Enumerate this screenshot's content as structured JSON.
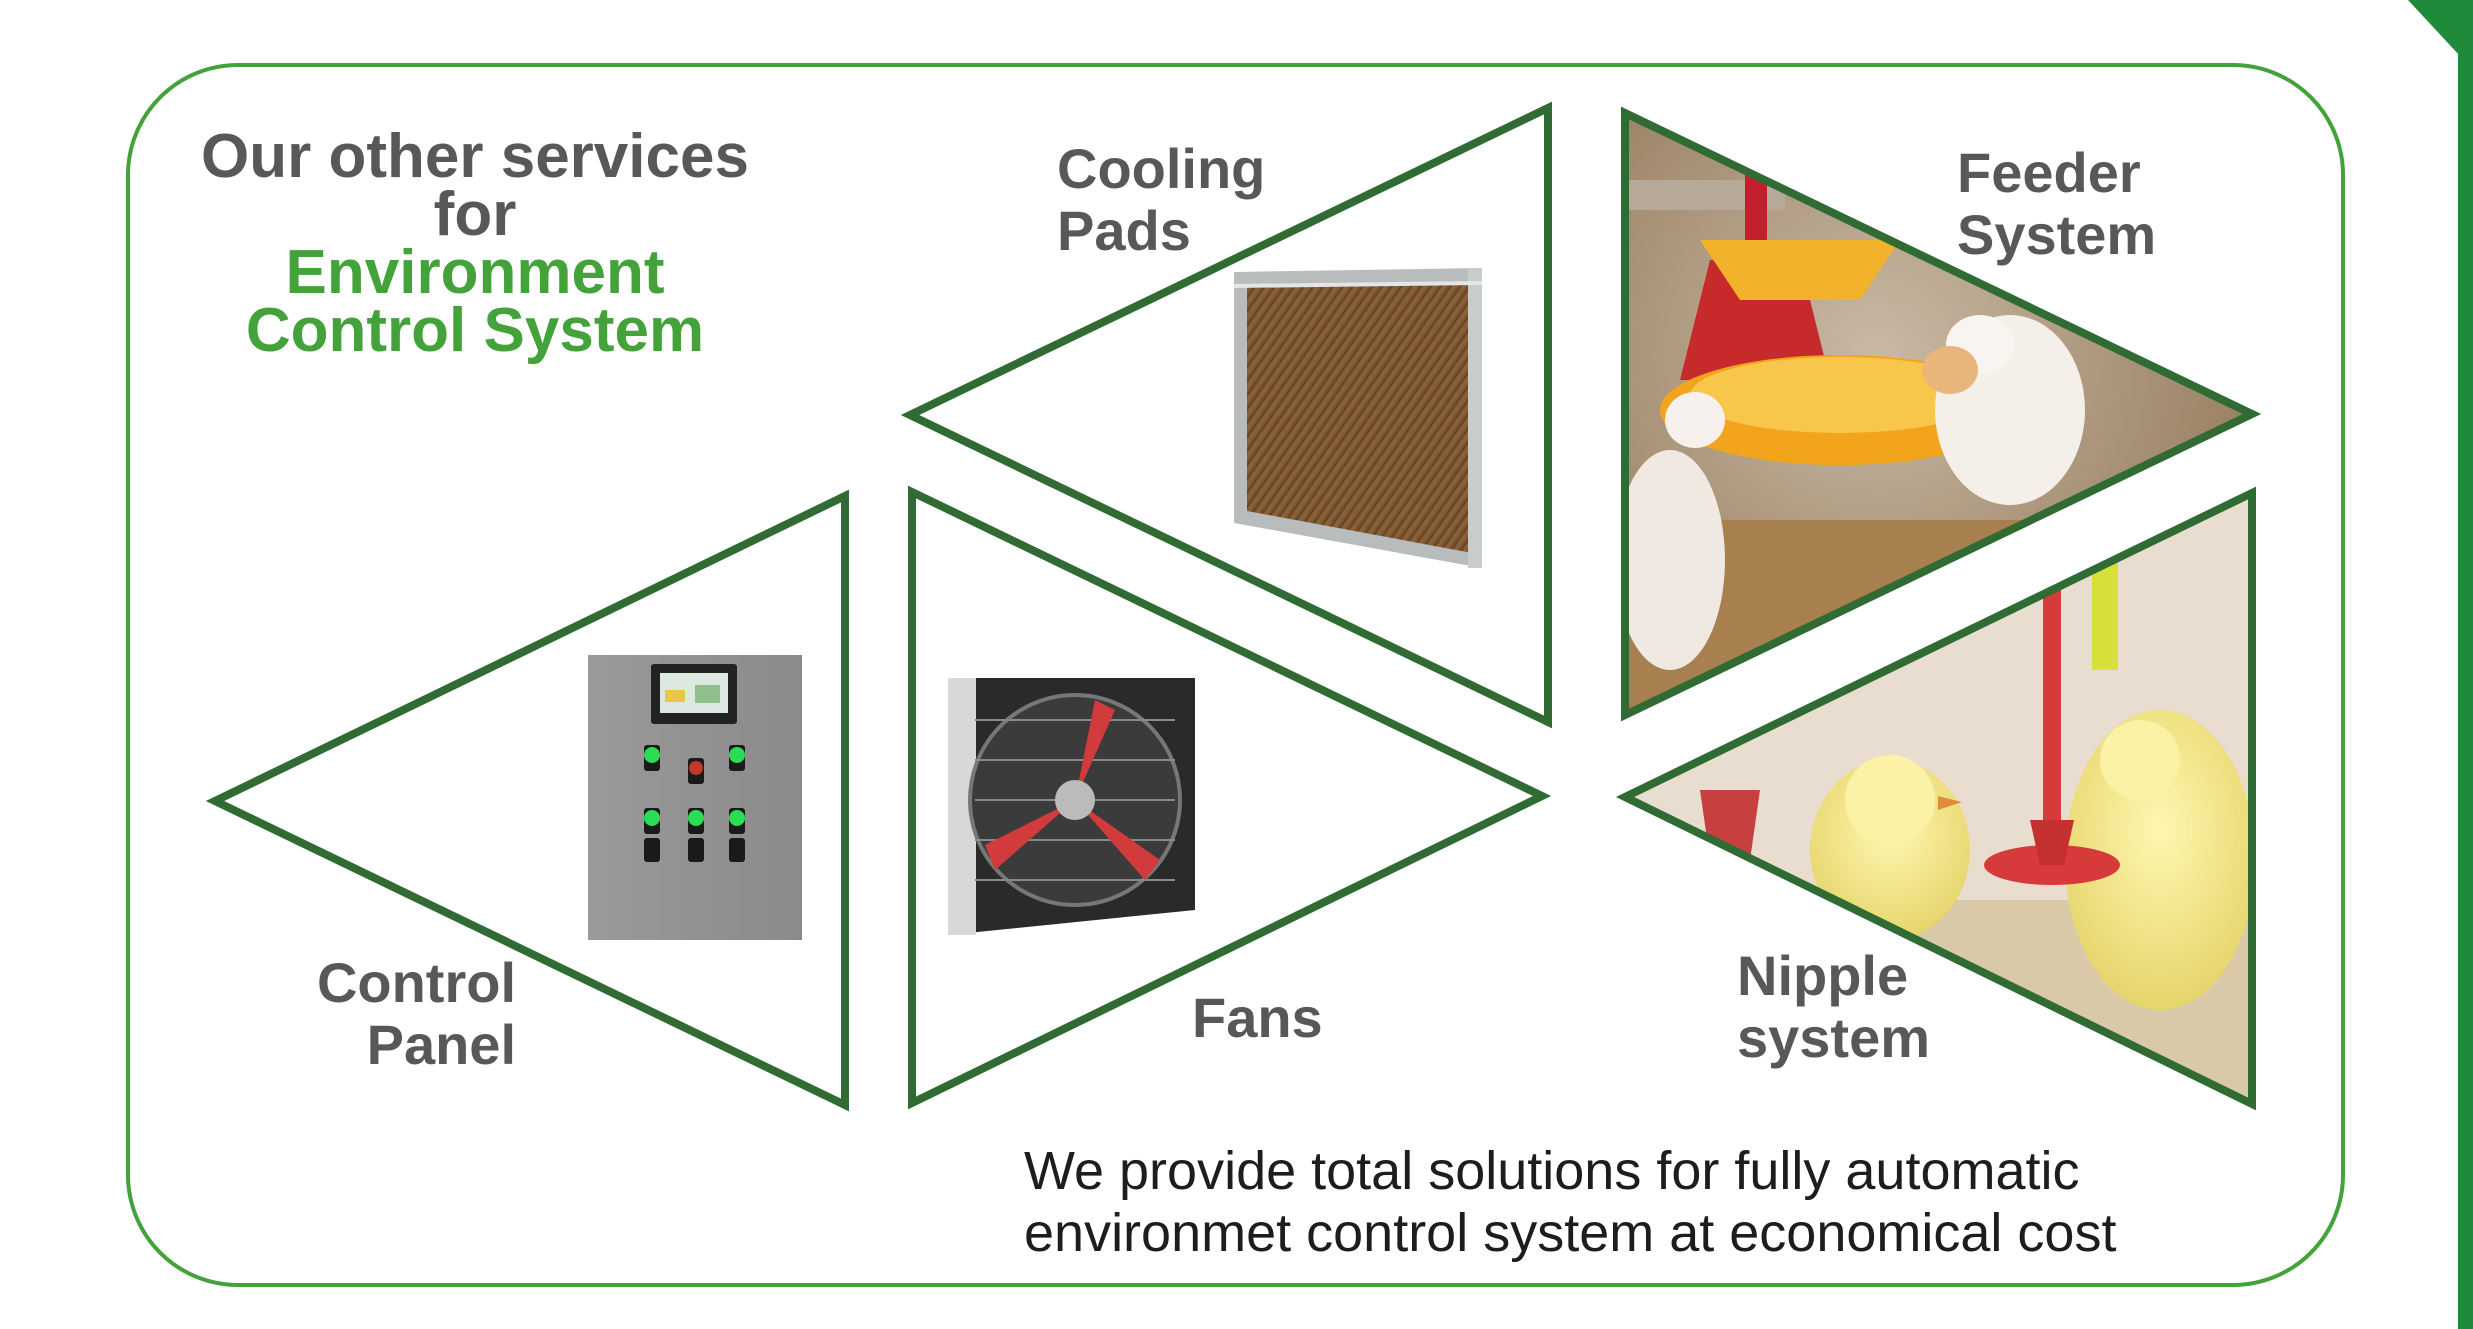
{
  "heading": {
    "line1": "Our other services",
    "line2": "for",
    "line3": "Environment",
    "line4": "Control System"
  },
  "services": {
    "cooling_pads": {
      "line1": "Cooling",
      "line2": "Pads"
    },
    "feeder_system": {
      "line1": "Feeder",
      "line2": "System"
    },
    "control_panel": {
      "line1": "Control",
      "line2": "Panel"
    },
    "fans": {
      "line1": "Fans"
    },
    "nipple_system": {
      "line1": "Nipple",
      "line2": "system"
    }
  },
  "tagline": {
    "line1": "We provide total solutions for fully automatic",
    "line2": "environmet control system at economical cost"
  },
  "colors": {
    "frame_green": "#43a23a",
    "triangle_green": "#2f6b33",
    "corner_green": "#1f8a3a",
    "heading_gray": "#58585a",
    "heading_green": "#43a23a"
  },
  "icons": [
    "cooling-pad-image",
    "feeder-image",
    "control-panel-image",
    "fan-image",
    "nipple-drinker-image"
  ]
}
